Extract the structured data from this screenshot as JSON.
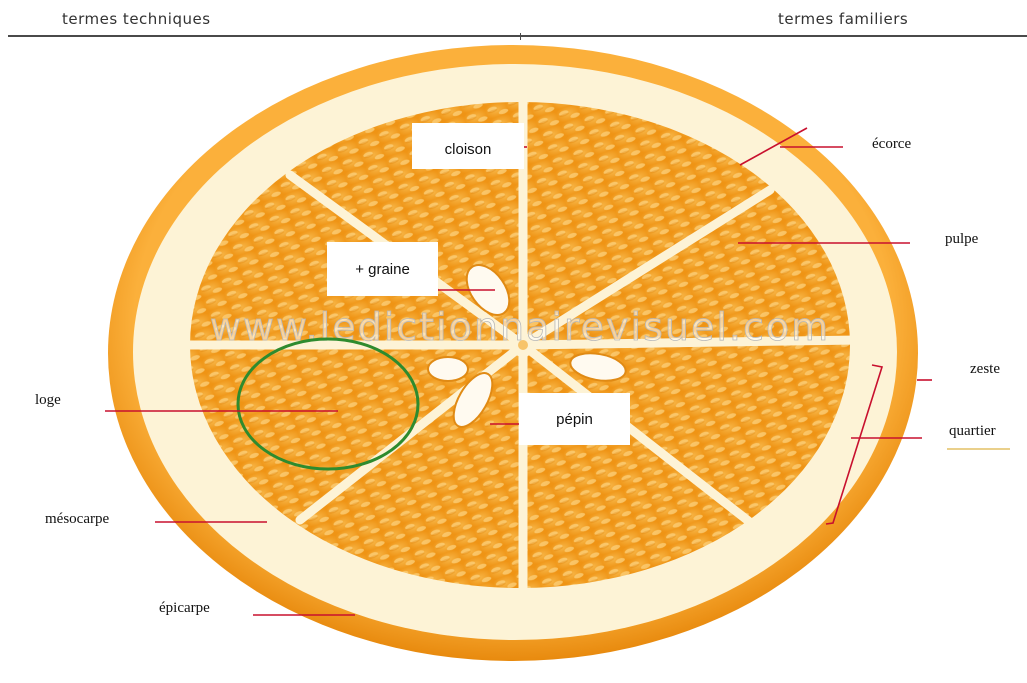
{
  "header": {
    "left_title": "termes techniques",
    "right_title": "termes familiers"
  },
  "watermark": "www.ledictionnairevisuel.com",
  "labels": {
    "ecorce": "écorce",
    "pulpe": "pulpe",
    "zeste": "zeste",
    "quartier": "quartier",
    "loge": "loge",
    "mesocarpe": "mésocarpe",
    "epicarpe": "épicarpe",
    "cloison": "cloison",
    "graine": "+ graine",
    "pepin": "pépin"
  },
  "colors": {
    "rind": "#f5a623",
    "pith": "#fdf3d6",
    "pulp": "#f29a1c",
    "leader_line": "#c8102e",
    "circle": "#2e8b2e"
  }
}
